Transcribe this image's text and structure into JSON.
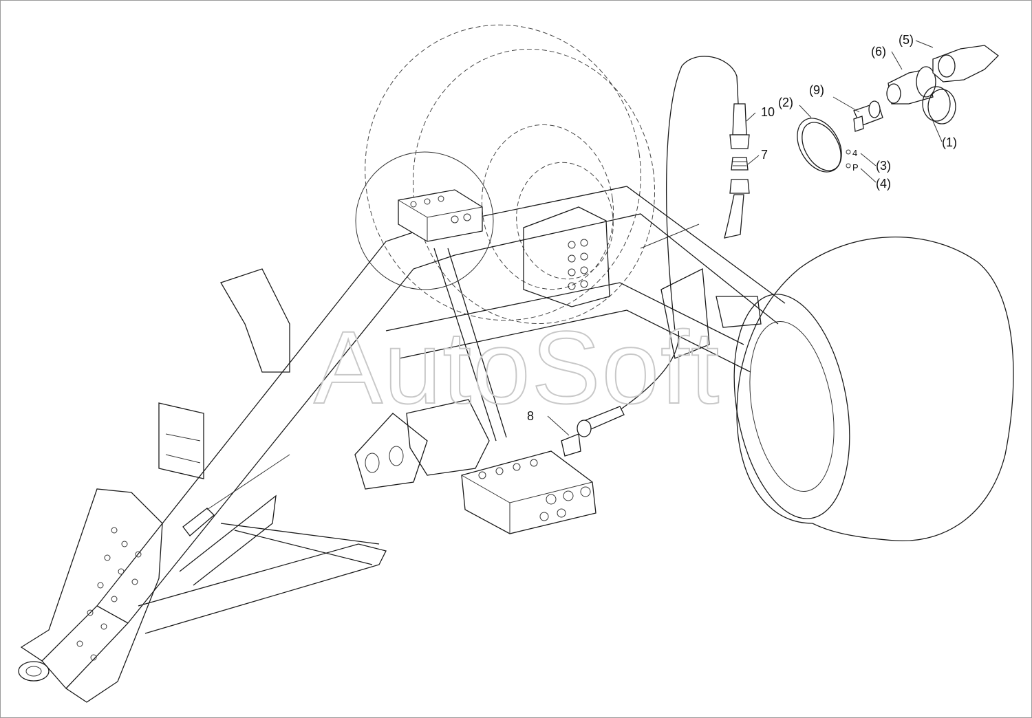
{
  "watermark": "AutoSoft",
  "callouts": [
    {
      "id": "c1",
      "text": "(1)"
    },
    {
      "id": "c2",
      "text": "(2)"
    },
    {
      "id": "c3",
      "text": "(3)"
    },
    {
      "id": "c4",
      "text": "(4)"
    },
    {
      "id": "c5",
      "text": "(5)"
    },
    {
      "id": "c6",
      "text": "(6)"
    },
    {
      "id": "c7",
      "text": "7"
    },
    {
      "id": "c8",
      "text": "8"
    },
    {
      "id": "c9",
      "text": "(9)"
    },
    {
      "id": "c10",
      "text": "10"
    }
  ],
  "marks": {
    "ring_mark_a": "4",
    "ring_mark_b": "P"
  }
}
